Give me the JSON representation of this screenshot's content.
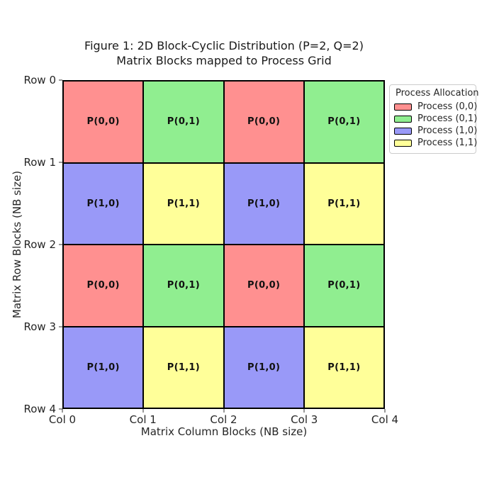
{
  "figure": {
    "title_line1": "Figure 1: 2D Block-Cyclic Distribution (P=2, Q=2)",
    "title_line2": "Matrix Blocks mapped to Process Grid",
    "axes": {
      "xlabel": "Matrix Column Blocks (NB size)",
      "ylabel": "Matrix Row Blocks (NB size)",
      "xticks": [
        "Col 0",
        "Col 1",
        "Col 2",
        "Col 3",
        "Col 4"
      ],
      "yticks": [
        "Row 0",
        "Row 1",
        "Row 2",
        "Row 3",
        "Row 4"
      ]
    },
    "colors": {
      "process_00": "#FF9090",
      "process_01": "#90EE90",
      "process_10": "#9999F8",
      "process_11": "#FFFF99",
      "block_border": "#000000",
      "spine": "#555555",
      "legend_border": "#CCCCCC"
    },
    "grid": [
      [
        {
          "label": "P(0,0)",
          "process": "process_00"
        },
        {
          "label": "P(0,1)",
          "process": "process_01"
        },
        {
          "label": "P(0,0)",
          "process": "process_00"
        },
        {
          "label": "P(0,1)",
          "process": "process_01"
        }
      ],
      [
        {
          "label": "P(1,0)",
          "process": "process_10"
        },
        {
          "label": "P(1,1)",
          "process": "process_11"
        },
        {
          "label": "P(1,0)",
          "process": "process_10"
        },
        {
          "label": "P(1,1)",
          "process": "process_11"
        }
      ],
      [
        {
          "label": "P(0,0)",
          "process": "process_00"
        },
        {
          "label": "P(0,1)",
          "process": "process_01"
        },
        {
          "label": "P(0,0)",
          "process": "process_00"
        },
        {
          "label": "P(0,1)",
          "process": "process_01"
        }
      ],
      [
        {
          "label": "P(1,0)",
          "process": "process_10"
        },
        {
          "label": "P(1,1)",
          "process": "process_11"
        },
        {
          "label": "P(1,0)",
          "process": "process_10"
        },
        {
          "label": "P(1,1)",
          "process": "process_11"
        }
      ]
    ],
    "legend": {
      "title": "Process Allocation",
      "entries": [
        {
          "label": "Process (0,0)",
          "process": "process_00"
        },
        {
          "label": "Process (0,1)",
          "process": "process_01"
        },
        {
          "label": "Process (1,0)",
          "process": "process_10"
        },
        {
          "label": "Process (1,1)",
          "process": "process_11"
        }
      ]
    }
  },
  "chart_data": {
    "type": "heatmap",
    "title": "Figure 1: 2D Block-Cyclic Distribution (P=2, Q=2)\nMatrix Blocks mapped to Process Grid",
    "xlabel": "Matrix Column Blocks (NB size)",
    "ylabel": "Matrix Row Blocks (NB size)",
    "x_tick_labels": [
      "Col 0",
      "Col 1",
      "Col 2",
      "Col 3",
      "Col 4"
    ],
    "y_tick_labels": [
      "Row 0",
      "Row 1",
      "Row 2",
      "Row 3",
      "Row 4"
    ],
    "xlim": [
      0,
      4
    ],
    "ylim": [
      4,
      0
    ],
    "grid_on": false,
    "rows": 4,
    "cols": 4,
    "cell_labels": [
      [
        "P(0,0)",
        "P(0,1)",
        "P(0,0)",
        "P(0,1)"
      ],
      [
        "P(1,0)",
        "P(1,1)",
        "P(1,0)",
        "P(1,1)"
      ],
      [
        "P(0,0)",
        "P(0,1)",
        "P(0,0)",
        "P(0,1)"
      ],
      [
        "P(1,0)",
        "P(1,1)",
        "P(1,0)",
        "P(1,1)"
      ]
    ],
    "cell_colors": [
      [
        "#FF9090",
        "#90EE90",
        "#FF9090",
        "#90EE90"
      ],
      [
        "#9999F8",
        "#FFFF99",
        "#9999F8",
        "#FFFF99"
      ],
      [
        "#FF9090",
        "#90EE90",
        "#FF9090",
        "#90EE90"
      ],
      [
        "#9999F8",
        "#FFFF99",
        "#9999F8",
        "#FFFF99"
      ]
    ],
    "legend": {
      "title": "Process Allocation",
      "position": "upper right outside axes",
      "entries": [
        {
          "label": "Process (0,0)",
          "color": "#FF9090"
        },
        {
          "label": "Process (0,1)",
          "color": "#90EE90"
        },
        {
          "label": "Process (1,0)",
          "color": "#9999F8"
        },
        {
          "label": "Process (1,1)",
          "color": "#FFFF99"
        }
      ]
    }
  }
}
